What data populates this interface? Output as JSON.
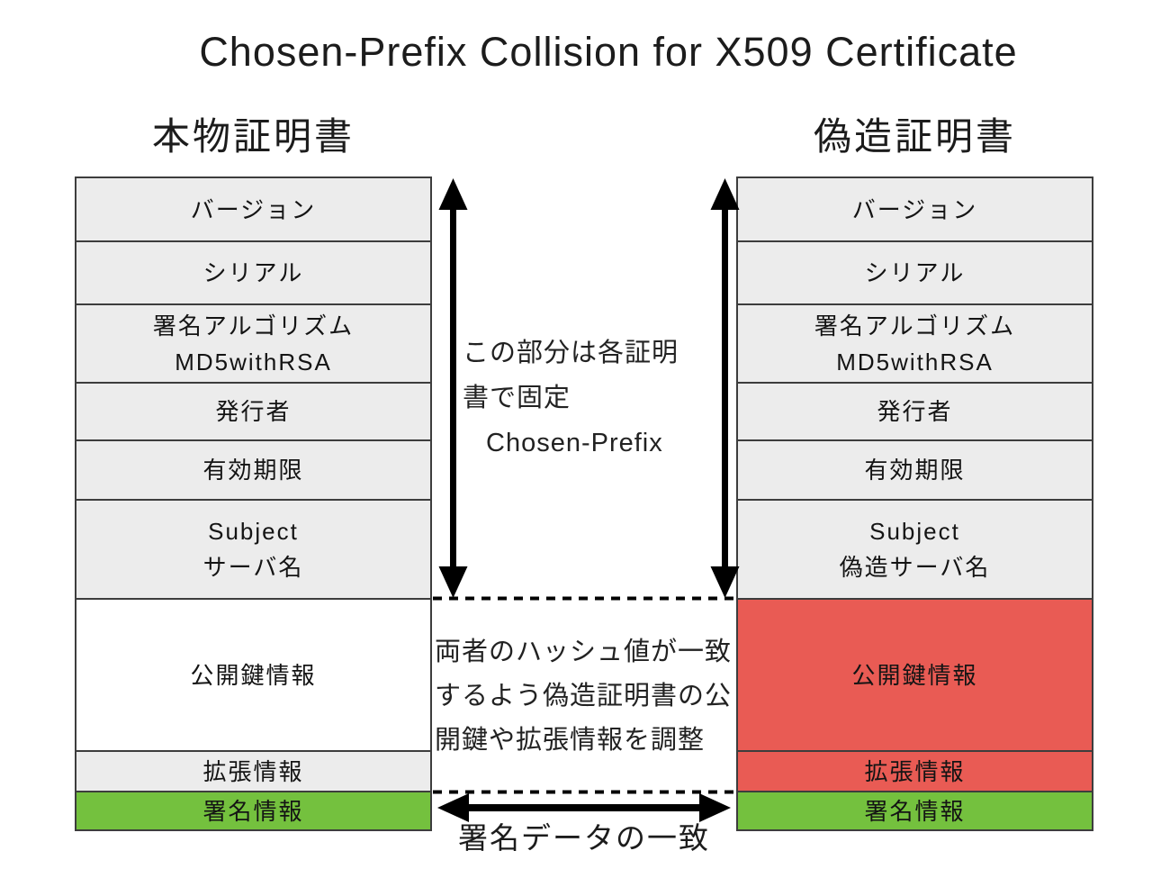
{
  "title": "Chosen-Prefix Collision for X509 Certificate",
  "left_certificate": {
    "header": "本物証明書",
    "rows": [
      {
        "label": "バージョン"
      },
      {
        "label": "シリアル"
      },
      {
        "label": "署名アルゴリズム",
        "sublabel": "MD5withRSA"
      },
      {
        "label": "発行者"
      },
      {
        "label": "有効期限"
      },
      {
        "label": "Subject",
        "sublabel": "サーバ名"
      },
      {
        "label": "公開鍵情報"
      },
      {
        "label": "拡張情報"
      },
      {
        "label": "署名情報"
      }
    ]
  },
  "right_certificate": {
    "header": "偽造証明書",
    "rows": [
      {
        "label": "バージョン"
      },
      {
        "label": "シリアル"
      },
      {
        "label": "署名アルゴリズム",
        "sublabel": "MD5withRSA"
      },
      {
        "label": "発行者"
      },
      {
        "label": "有効期限"
      },
      {
        "label": "Subject",
        "sublabel": "偽造サーバ名"
      },
      {
        "label": "公開鍵情報"
      },
      {
        "label": "拡張情報"
      },
      {
        "label": "署名情報"
      }
    ]
  },
  "annotations": {
    "prefix_note": {
      "line1": "この部分は各証明",
      "line2": "書で固定",
      "line3": "Chosen-Prefix"
    },
    "hash_note": {
      "line1": "両者のハッシュ値が一致",
      "line2": "するよう偽造証明書の公",
      "line3": "開鍵や拡張情報を調整"
    },
    "signature_match_label": "署名データの一致"
  },
  "colors": {
    "box_gray": "#ececec",
    "box_white": "#ffffff",
    "box_red": "#e95b54",
    "box_green": "#74c13e",
    "border": "#3d3d3d",
    "arrow_black": "#000000"
  }
}
